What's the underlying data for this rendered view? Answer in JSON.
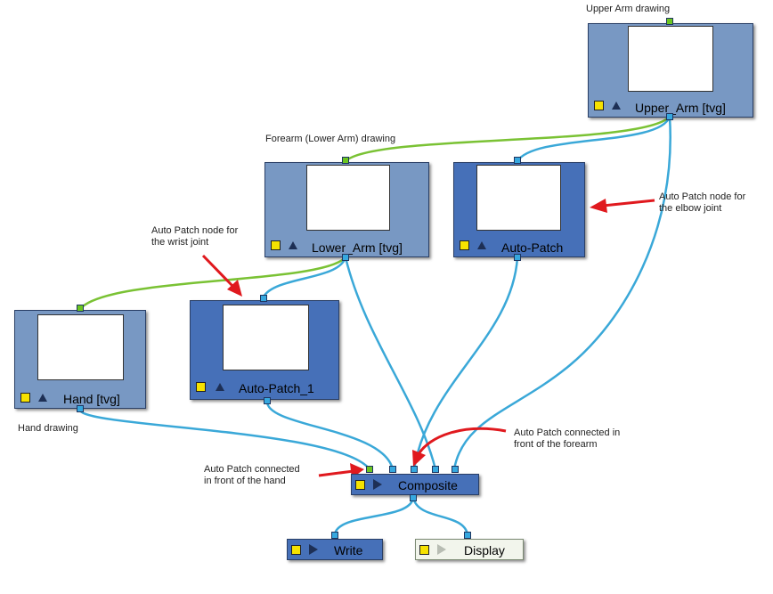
{
  "nodes": {
    "upper_arm": {
      "label": "Upper_Arm  [tvg]"
    },
    "lower_arm": {
      "label": "Lower_Arm  [tvg]"
    },
    "auto_patch": {
      "label": "Auto-Patch"
    },
    "hand": {
      "label": "Hand  [tvg]"
    },
    "auto_patch_1": {
      "label": "Auto-Patch_1"
    },
    "composite": {
      "label": "Composite"
    },
    "write": {
      "label": "Write"
    },
    "display": {
      "label": "Display"
    }
  },
  "annotations": {
    "upper_arm": "Upper Arm drawing",
    "forearm": "Forearm (Lower Arm) drawing",
    "elbow": "Auto Patch node for\nthe elbow joint",
    "wrist": "Auto Patch node for\nthe wrist joint",
    "hand": "Hand drawing",
    "forearm_front": "Auto Patch connected in\nfront of the forearm",
    "hand_front": "Auto Patch connected\nin front of the hand"
  },
  "colors": {
    "drawing_node": "#7898c3",
    "patch_node": "#4670b8",
    "wire_blue": "#3aa8d8",
    "wire_green": "#7ac234",
    "arrow_red": "#e0191e",
    "display_node": "#f2f5ec"
  },
  "icons": [
    "yellow-square-icon",
    "triangle-icon",
    "play-icon",
    "red-arrow-icon"
  ]
}
